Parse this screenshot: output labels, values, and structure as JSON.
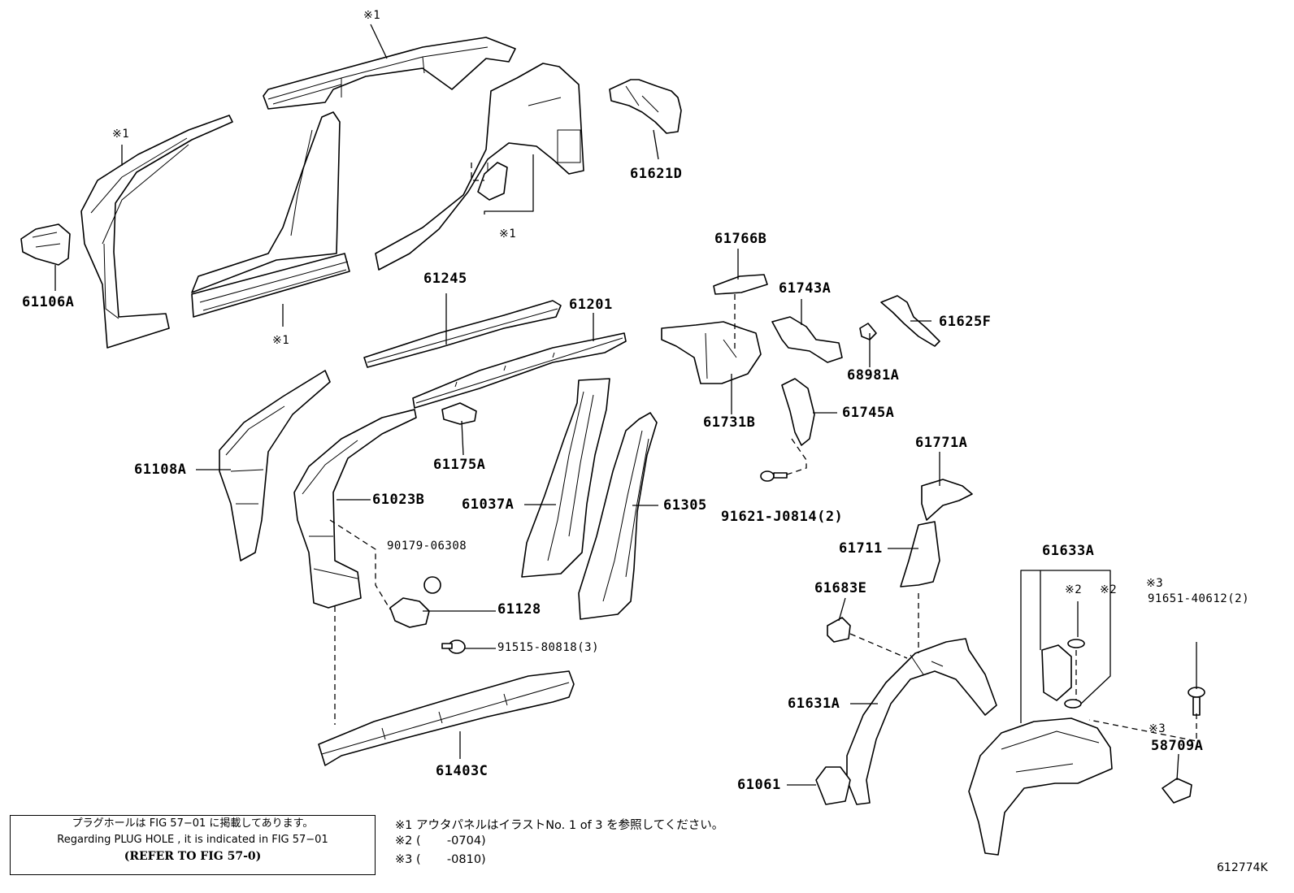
{
  "parts": {
    "p61106A": "61106A",
    "p61621D": "61621D",
    "p61766B": "61766B",
    "p61245": "61245",
    "p61743A": "61743A",
    "p61201": "61201",
    "p61625F": "61625F",
    "p68981A": "68981A",
    "p61731B": "61731B",
    "p61745A": "61745A",
    "p61108A": "61108A",
    "p61175A": "61175A",
    "p61023B": "61023B",
    "p61037A": "61037A",
    "p61305": "61305",
    "p91621": "91621-J0814(2)",
    "p61771A": "61771A",
    "p90179": "90179-06308",
    "p61711": "61711",
    "p61633A": "61633A",
    "p61683E": "61683E",
    "p61128": "61128",
    "p91651": "91651-40612(2)",
    "p91515": "91515-80818(3)",
    "p61631A": "61631A",
    "p58709A": "58709A",
    "p61061": "61061",
    "p61403C": "61403C"
  },
  "marks": {
    "m1": "※1",
    "m2": "※2",
    "m3": "※3"
  },
  "notebox": {
    "line1": "プラグホールは FIG 57−01 に掲載してあります。",
    "line2": "Regarding  PLUG  HOLE , it is indicated in FIG  57−01",
    "line3": "(REFER TO FIG 57-0)"
  },
  "legend": {
    "l1": "※1 アウタパネルはイラストNo. 1 of 3 を参照してください。",
    "l2": "※2 (       -0704)",
    "l3": "※3 (       -0810)"
  },
  "figure_number": "612774K"
}
